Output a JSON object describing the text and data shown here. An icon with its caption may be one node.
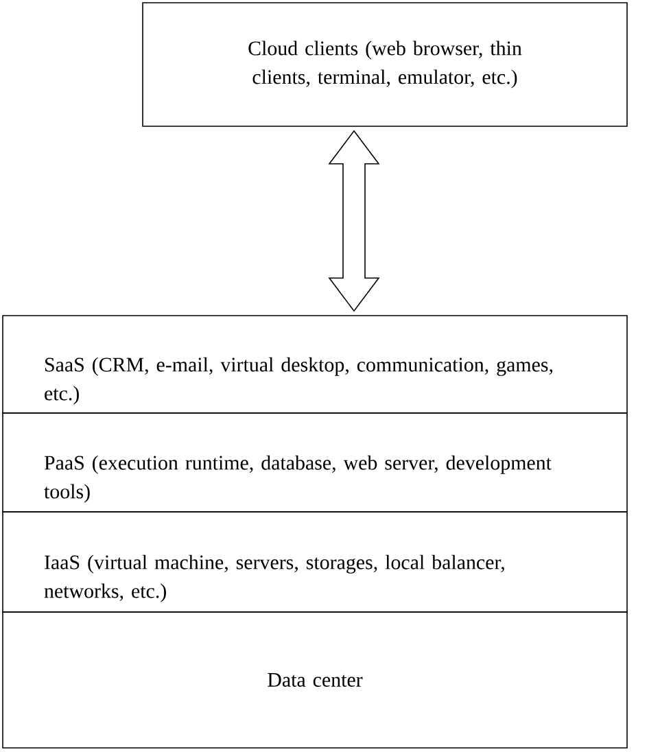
{
  "diagram": {
    "nodes": [
      {
        "text": [
          "Cloud clients (web browser, thin clients, terminal, emulator, etc.)"
        ]
      },
      {
        "text": [
          "SaaS (CRM, e-mail, virtual desktop, communication, games, etc.)"
        ]
      },
      {
        "text": [
          "PaaS (execution runtime, database, web server, development tools)"
        ]
      },
      {
        "text": [
          "IaaS (virtual machine, servers, storages, local balancer, networks, etc.)"
        ]
      },
      {
        "text": [
          "Data center"
        ]
      }
    ],
    "edges": [
      {
        "from": 0,
        "to": 1,
        "arrow": "both"
      }
    ]
  }
}
